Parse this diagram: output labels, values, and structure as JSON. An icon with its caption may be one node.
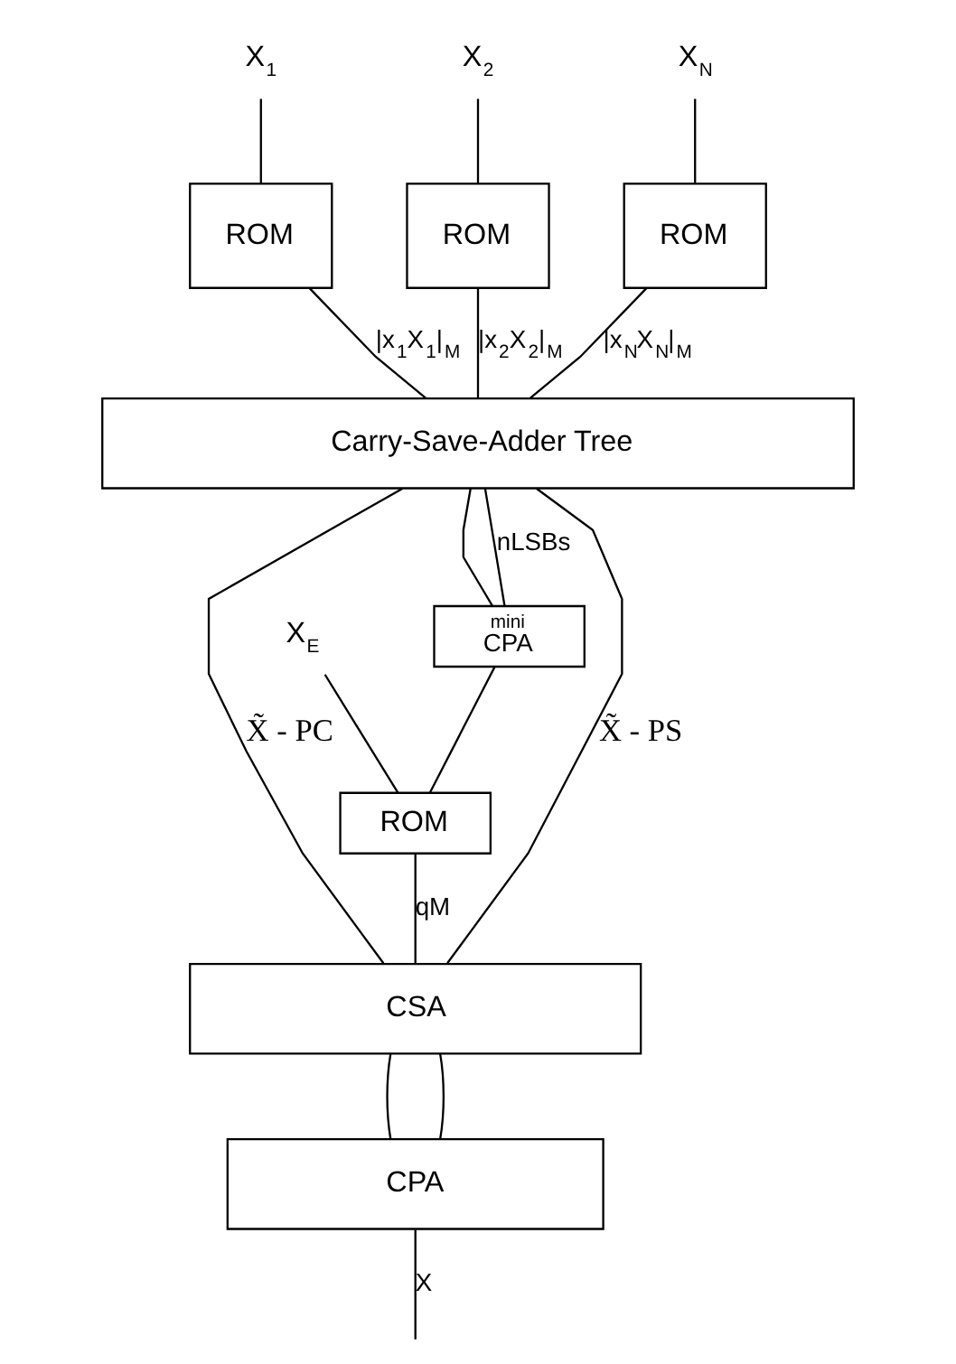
{
  "diagram": {
    "nodes": [
      {
        "text": [
          "X$_{1}$"
        ]
      },
      {
        "text": [
          "X$_{2}$"
        ]
      },
      {
        "text": [
          "X$_{N}$"
        ]
      },
      {
        "text": [
          "ROM"
        ]
      },
      {
        "text": [
          "ROM"
        ]
      },
      {
        "text": [
          "ROM"
        ]
      },
      {
        "text": [
          "Carry-Save-Adder Tree"
        ]
      },
      {
        "text": [
          "mini",
          "CPA"
        ]
      },
      {
        "text": [
          "X$_{E}$"
        ]
      },
      {
        "text": [
          "ROM"
        ]
      },
      {
        "text": [
          "CSA"
        ]
      },
      {
        "text": [
          "CPA"
        ]
      }
    ],
    "edges": [
      {
        "from": 0,
        "to": 3,
        "arrow": "none"
      },
      {
        "from": 1,
        "to": 4,
        "arrow": "none"
      },
      {
        "from": 2,
        "to": 5,
        "arrow": "none"
      },
      {
        "from": 3,
        "to": 6,
        "arrow": "none",
        "label": "|x$_{1}$X$_{1}$|$_{M}$"
      },
      {
        "from": 4,
        "to": 6,
        "arrow": "none",
        "label": "|x$_{2}$X$_{2}$|$_{M}$"
      },
      {
        "from": 5,
        "to": 6,
        "arrow": "none",
        "label": "|x$_{N}$X$_{N}$|$_{M}$"
      },
      {
        "from": 6,
        "to": 10,
        "arrow": "none",
        "label": "X̃ - PC"
      },
      {
        "from": 6,
        "to": 10,
        "arrow": "none",
        "label": "X̃ - PS"
      },
      {
        "from": 6,
        "to": 7,
        "arrow": "none"
      },
      {
        "from": 6,
        "to": 7,
        "arrow": "none",
        "label": "nLSBs"
      },
      {
        "from": 7,
        "to": 9,
        "arrow": "none"
      },
      {
        "from": 8,
        "to": 9,
        "arrow": "none"
      },
      {
        "from": 9,
        "to": 10,
        "arrow": "none",
        "label": "qM"
      },
      {
        "from": 10,
        "to": 11,
        "arrow": "none"
      },
      {
        "from": 10,
        "to": 11,
        "arrow": "none"
      },
      {
        "from": 11,
        "to": null,
        "arrow": "none",
        "label": "X"
      }
    ]
  }
}
